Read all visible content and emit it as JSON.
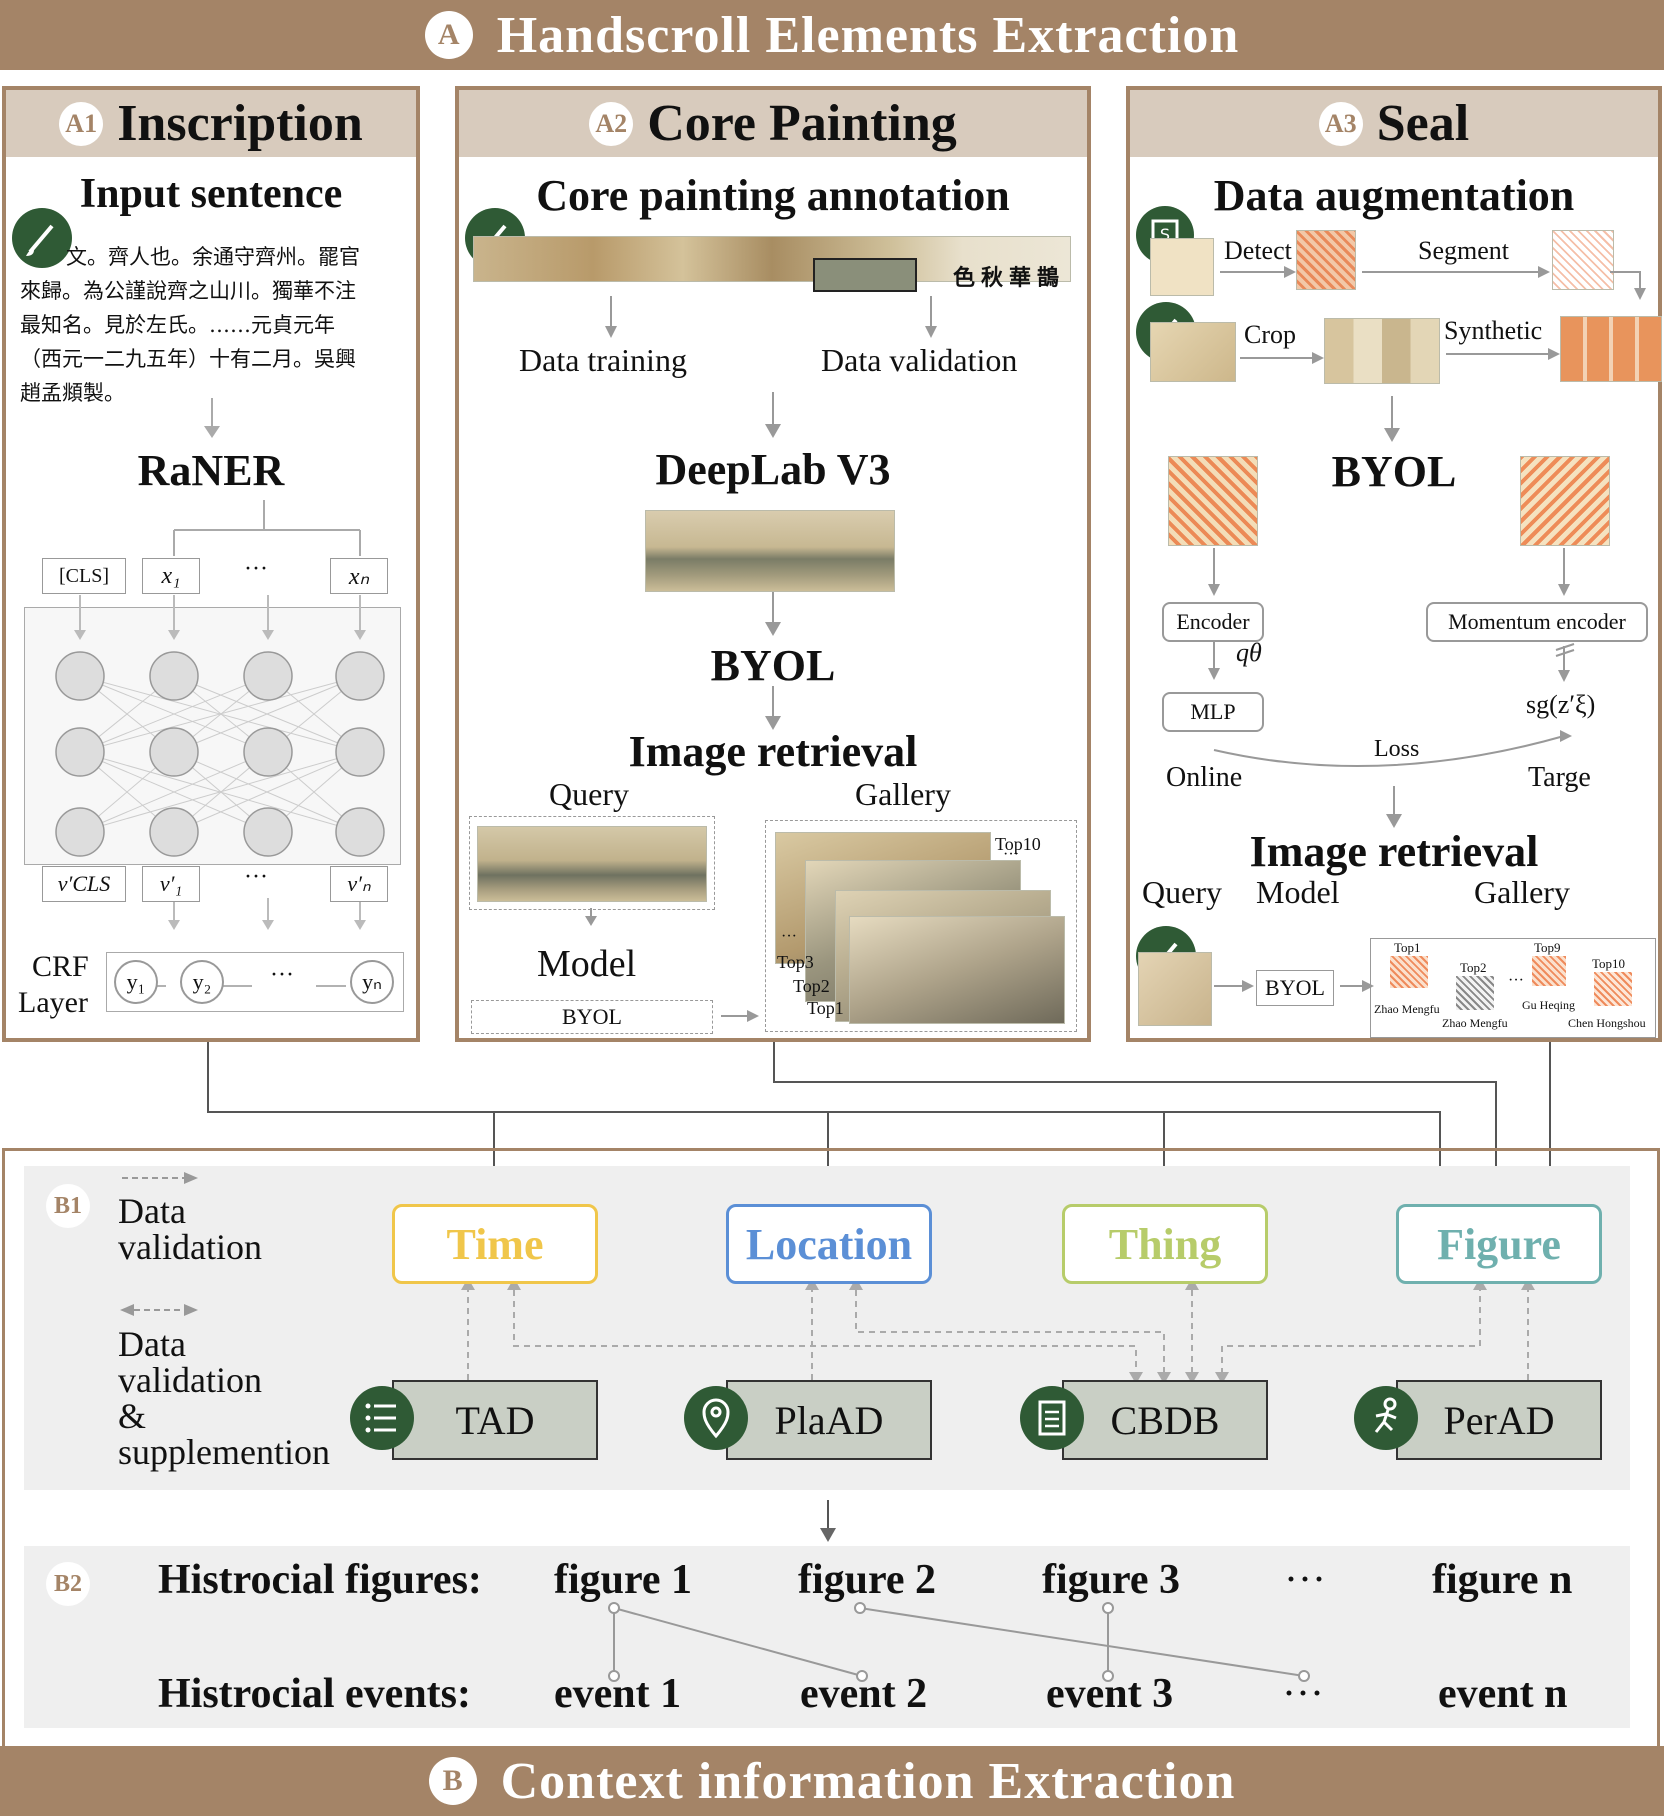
{
  "section_a": {
    "badge": "A",
    "title": "Handscroll Elements Extraction"
  },
  "section_b": {
    "badge": "B",
    "title": "Context information Extraction"
  },
  "inscription": {
    "badge": "A1",
    "title": "Inscription",
    "input_title": "Input sentence",
    "text_lines": [
      "文。齊人也。余通守齊州。罷官",
      "來歸。為公謹說齊之山川。獨華不注",
      "最知名。見於左氏。……元貞元年",
      "（西元一二九五年）十有二月。吳興",
      "趙孟頫製。"
    ],
    "model": "RaNER",
    "inputs": [
      "[CLS]",
      "x₁",
      "···",
      "xₙ"
    ],
    "outputs": [
      "v′CLS",
      "v′₁",
      "···",
      "v′ₙ"
    ],
    "crf": [
      "CRF",
      "Layer"
    ],
    "crf_nodes": [
      "y₁",
      "y₂",
      "···",
      "yₙ"
    ]
  },
  "core": {
    "badge": "A2",
    "title": "Core Painting",
    "annotation_title": "Core painting annotation",
    "scroll_text": "色秋華鵲",
    "data_training": "Data training",
    "data_validation": "Data validation",
    "model1": "DeepLab V3",
    "model2": "BYOL",
    "retrieval": "Image retrieval",
    "query": "Query",
    "gallery": "Gallery",
    "model_label": "Model",
    "byol_box": "BYOL",
    "tops": [
      "Top10",
      "···",
      "···",
      "Top3",
      "Top2",
      "Top1"
    ]
  },
  "seal": {
    "badge": "A3",
    "title": "Seal",
    "aug_title": "Data augmentation",
    "detect": "Detect",
    "segment": "Segment",
    "crop": "Crop",
    "synthetic": "Synthetic",
    "model": "BYOL",
    "encoder": "Encoder",
    "momentum": "Momentum encoder",
    "qtheta": "qθ",
    "mlp": "MLP",
    "sg": "sg(z′ξ)",
    "loss": "Loss",
    "online": "Online",
    "target": "Targe",
    "retrieval": "Image retrieval",
    "query": "Query",
    "model_label": "Model",
    "gallery": "Gallery",
    "byol_box": "BYOL",
    "gallery_items": [
      {
        "rank": "Top1",
        "name": "Zhao Mengfu"
      },
      {
        "rank": "Top2",
        "name": "Zhao Mengfu"
      },
      {
        "rank": "Top9",
        "name": "Gu Heqing"
      },
      {
        "rank": "Top10",
        "name": "Chen Hongshou"
      }
    ],
    "ellipsis": "···"
  },
  "b1": {
    "badge": "B1",
    "legend1": [
      "Data",
      "validation"
    ],
    "legend2": [
      "Data",
      "validation",
      "&",
      "supplemention"
    ],
    "categories": [
      {
        "label": "Time",
        "color": "#f0c64a"
      },
      {
        "label": "Location",
        "color": "#5b8fd6"
      },
      {
        "label": "Thing",
        "color": "#b7cc6a"
      },
      {
        "label": "Figure",
        "color": "#6fb0ae"
      }
    ],
    "databases": [
      "TAD",
      "PlaAD",
      "CBDB",
      "PerAD"
    ],
    "db_icons": [
      "list-icon",
      "location-pin-icon",
      "document-icon",
      "person-icon"
    ]
  },
  "b2": {
    "badge": "B2",
    "figures_label": "Histrocial figures:",
    "events_label": "Histrocial events:",
    "figures": [
      "figure 1",
      "figure 2",
      "figure 3",
      "···",
      "figure n"
    ],
    "events": [
      "event 1",
      "event 2",
      "event 3",
      "···",
      "event n"
    ]
  },
  "colors": {
    "banner": "#a48467",
    "header": "#d8cbbd",
    "icon_green": "#2f5a35",
    "db_fill": "#c9cfc5"
  }
}
